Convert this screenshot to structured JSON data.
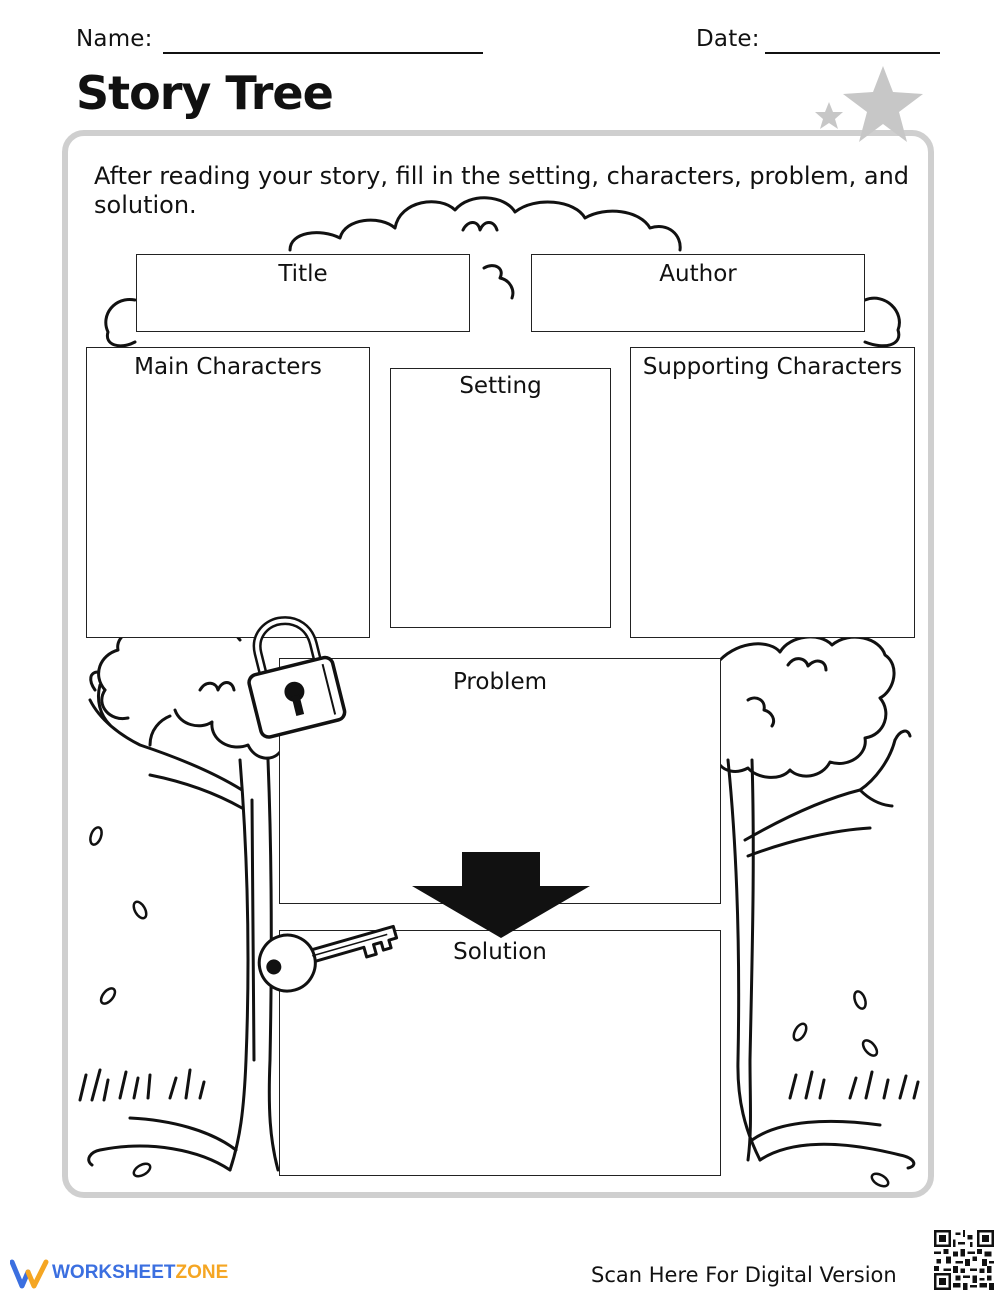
{
  "header": {
    "name_label": "Name:",
    "date_label": "Date:",
    "title": "Story Tree"
  },
  "instructions": "After reading your story, fill in the setting, characters, problem, and solution.",
  "boxes": {
    "title": "Title",
    "author": "Author",
    "main_characters": "Main Characters",
    "setting": "Setting",
    "supporting_characters": "Supporting Characters",
    "problem": "Problem",
    "solution": "Solution"
  },
  "icons": [
    "star-icon",
    "lock-icon",
    "key-icon",
    "arrow-down-icon",
    "tree-illustration",
    "qr-code"
  ],
  "footer": {
    "brand_worksheet": "WORKSHEET",
    "brand_zone": "ZONE",
    "scan_text": "Scan Here For Digital Version"
  },
  "colors": {
    "frame": "#cfcfcf",
    "brand_blue": "#3b6fe0",
    "brand_orange": "#f5a623",
    "star_gray": "#c7c7c7"
  }
}
